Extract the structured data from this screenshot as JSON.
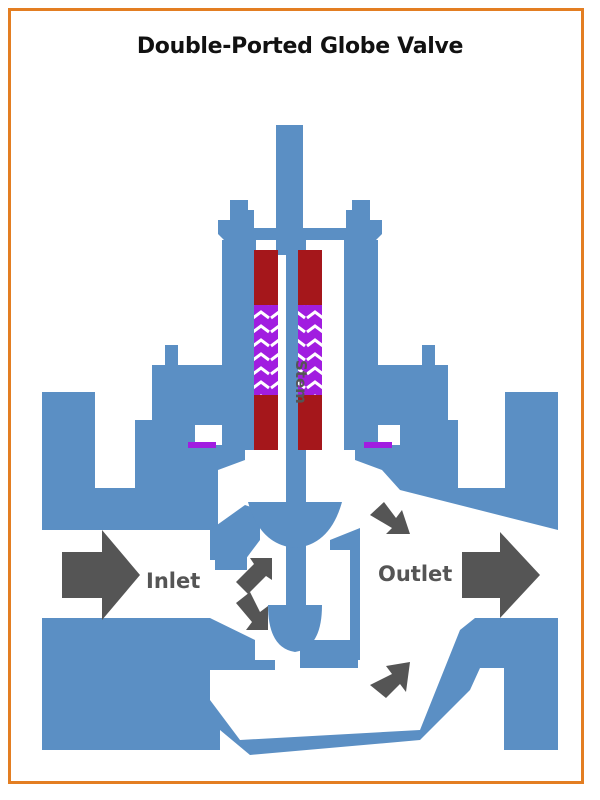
{
  "title": "Double-Ported Globe Valve",
  "labels": {
    "inlet": "Inlet",
    "outlet": "Outlet",
    "stem": "Stem"
  },
  "colors": {
    "border": "#e37e22",
    "body": "#5b8fc4",
    "packing": "#a5171b",
    "spring": "#a11de0",
    "arrow": "#555555"
  }
}
